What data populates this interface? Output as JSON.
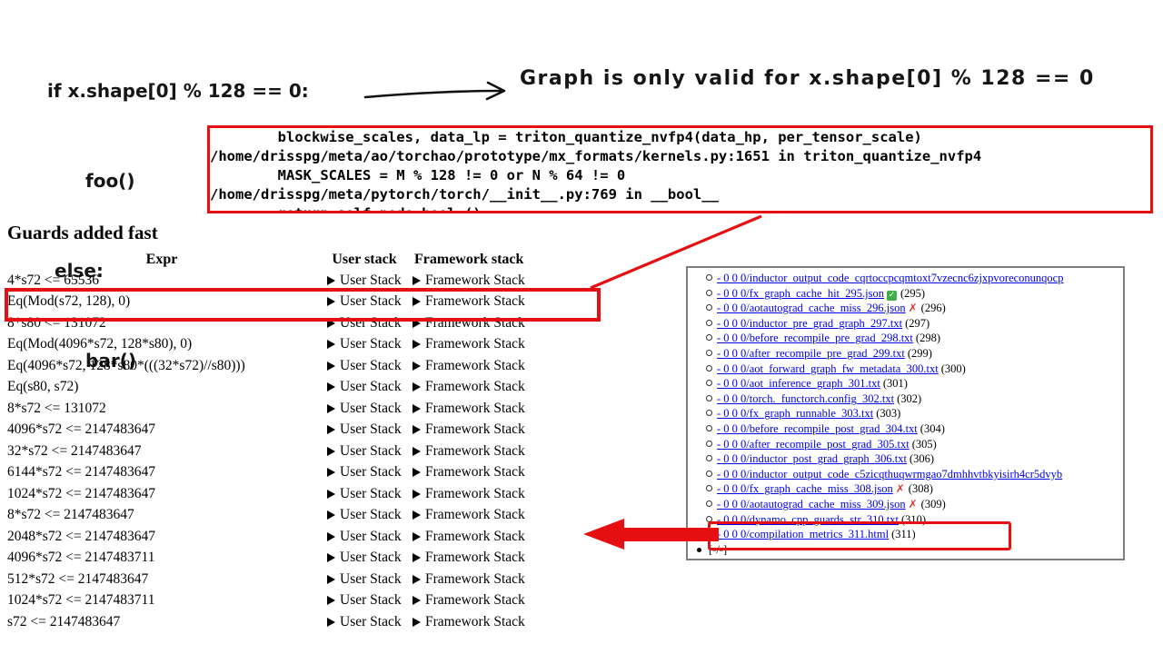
{
  "colors": {
    "annotation_red": "#e60f12",
    "link_blue": "#0000ee",
    "success_green": "#3fae49",
    "failure_red": "#e0302a",
    "panel_border": "#7d7d7d"
  },
  "icons": {
    "success": "✓",
    "failure": "✗"
  },
  "handwritten": {
    "code_lines": [
      "if x.shape[0] % 128 == 0:",
      "foo()",
      "else:",
      "bar()"
    ],
    "note": "Graph is only valid for x.shape[0] % 128 == 0"
  },
  "stack_trace": {
    "lines": [
      "        blockwise_scales, data_lp = triton_quantize_nvfp4(data_hp, per_tensor_scale)",
      "/home/drisspg/meta/ao/torchao/prototype/mx_formats/kernels.py:1651 in triton_quantize_nvfp4",
      "        MASK_SCALES = M % 128 != 0 or N % 64 != 0",
      "/home/drisspg/meta/pytorch/torch/__init__.py:769 in __bool__",
      "        return self.node.bool_()"
    ]
  },
  "guards": {
    "title": "Guards added fast",
    "columns": [
      "Expr",
      "User stack",
      "Framework stack"
    ],
    "user_stack_label": "User Stack",
    "framework_stack_label": "Framework Stack",
    "rows": [
      "4*s72 <= 65536",
      "Eq(Mod(s72, 128), 0)",
      "8*s80 <= 131072",
      "Eq(Mod(4096*s72, 128*s80), 0)",
      "Eq(4096*s72, 128*s80*(((32*s72)//s80)))",
      "Eq(s80, s72)",
      "8*s72 <= 131072",
      "4096*s72 <= 2147483647",
      "32*s72 <= 2147483647",
      "6144*s72 <= 2147483647",
      "1024*s72 <= 2147483647",
      "8*s72 <= 2147483647",
      "2048*s72 <= 2147483647",
      "4096*s72 <= 2147483711",
      "512*s72 <= 2147483647",
      "1024*s72 <= 2147483711",
      "s72 <= 2147483647"
    ]
  },
  "file_panel": {
    "items": [
      {
        "link": "- 0 0 0/inductor_output_code_cqrtoccpcqmtoxt7vzecnc6zjxpvoreconunqocp",
        "num": ""
      },
      {
        "link": "- 0 0 0/fx_graph_cache_hit_295.json",
        "num": "(295)"
      },
      {
        "link": "- 0 0 0/aotautograd_cache_miss_296.json",
        "num": "(296)"
      },
      {
        "link": "- 0 0 0/inductor_pre_grad_graph_297.txt",
        "num": "(297)"
      },
      {
        "link": "- 0 0 0/before_recompile_pre_grad_298.txt",
        "num": "(298)"
      },
      {
        "link": "- 0 0 0/after_recompile_pre_grad_299.txt",
        "num": "(299)"
      },
      {
        "link": "- 0 0 0/aot_forward_graph_fw_metadata_300.txt",
        "num": "(300)"
      },
      {
        "link": "- 0 0 0/aot_inference_graph_301.txt",
        "num": "(301)"
      },
      {
        "link": "- 0 0 0/torch._functorch.config_302.txt",
        "num": "(302)"
      },
      {
        "link": "- 0 0 0/fx_graph_runnable_303.txt",
        "num": "(303)"
      },
      {
        "link": "- 0 0 0/before_recompile_post_grad_304.txt",
        "num": "(304)"
      },
      {
        "link": "- 0 0 0/after_recompile_post_grad_305.txt",
        "num": "(305)"
      },
      {
        "link": "- 0 0 0/inductor_post_grad_graph_306.txt",
        "num": "(306)"
      },
      {
        "link": "- 0 0 0/inductor_output_code_c5zicqthuqwrmgao7dmhhvtbkyisirh4cr5dvyb",
        "num": ""
      },
      {
        "link": "- 0 0 0/fx_graph_cache_miss_308.json",
        "num": "(308)"
      },
      {
        "link": "- 0 0 0/aotautograd_cache_miss_309.json",
        "num": "(309)"
      },
      {
        "link": "- 0 0 0/dynamo_cpp_guards_str_310.txt",
        "num": "(310)"
      },
      {
        "link": "- 0 0 0/compilation_metrics_311.html",
        "num": "(311)"
      }
    ],
    "footer": "[-/-]"
  }
}
